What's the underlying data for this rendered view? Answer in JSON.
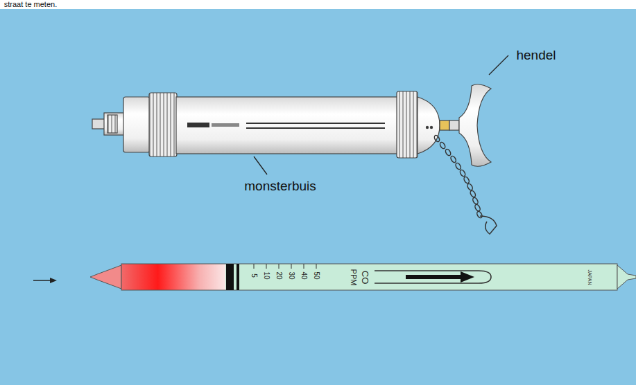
{
  "diagram": {
    "labels": [
      "straat te meten.",
      "hendel",
      "monsterbuis",
      "5",
      "10",
      "20",
      "30",
      "40",
      "50",
      "PPM",
      "CO",
      "JAPAN"
    ]
  }
}
